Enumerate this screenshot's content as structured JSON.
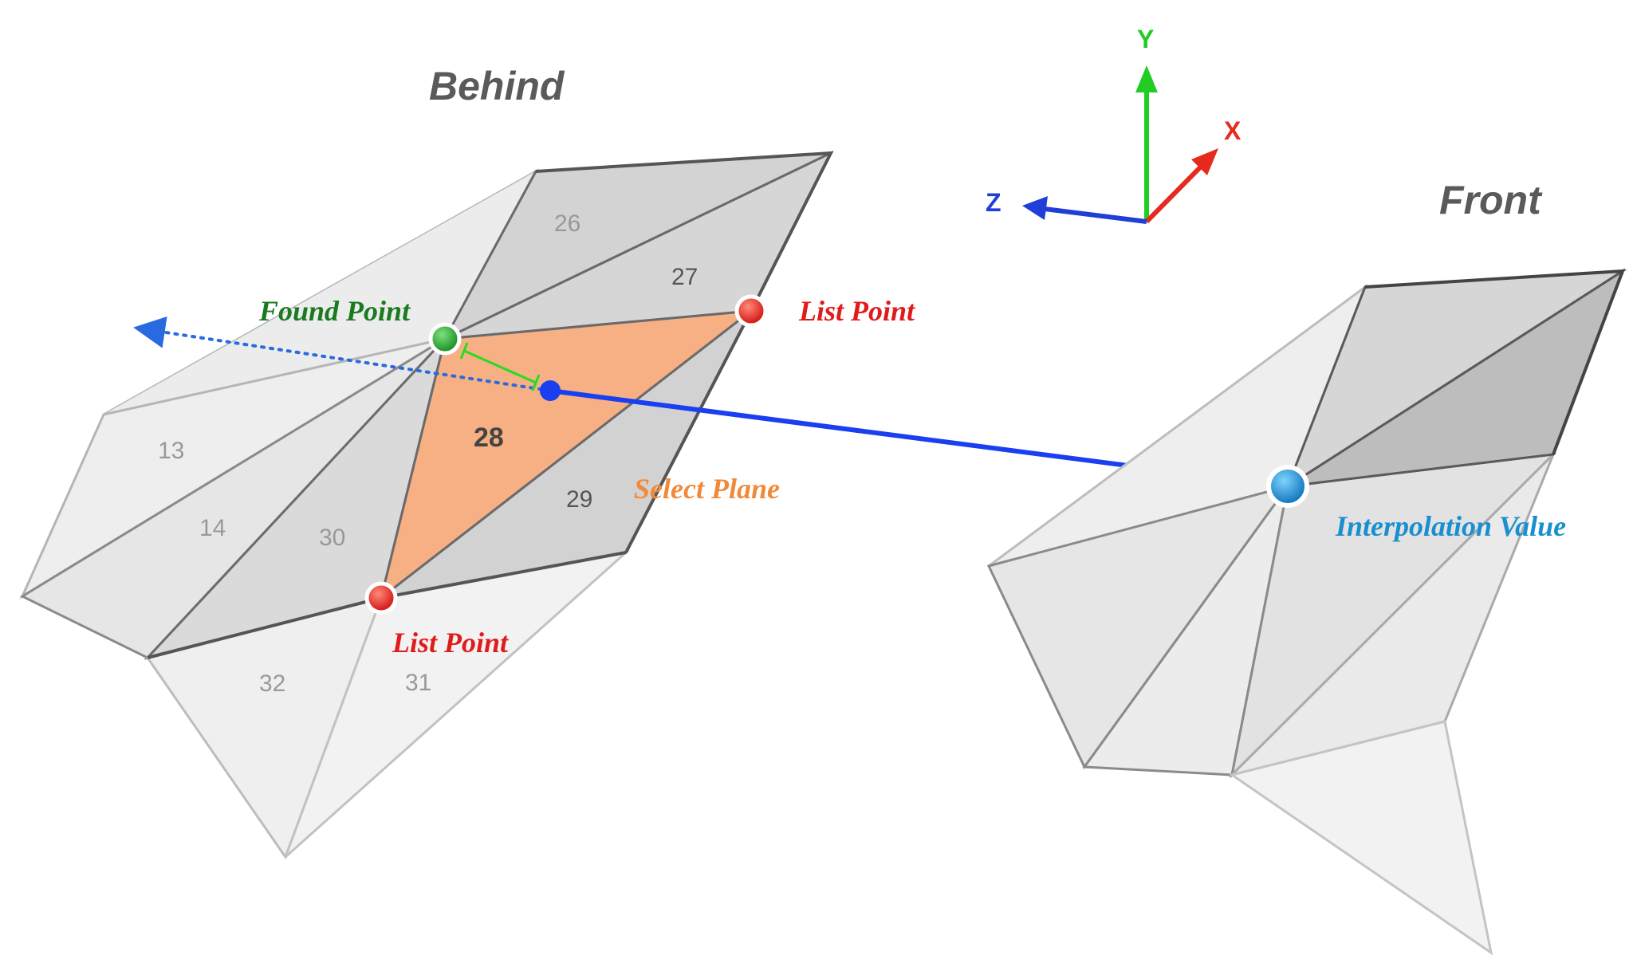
{
  "panels": {
    "behind_title": "Behind",
    "front_title": "Front"
  },
  "faces": {
    "f13": "13",
    "f14": "14",
    "f26": "26",
    "f27": "27",
    "f28": "28",
    "f29": "29",
    "f30": "30",
    "f31": "31",
    "f32": "32"
  },
  "annotations": {
    "found_point": "Found Point",
    "list_point_top": "List Point",
    "list_point_bottom": "List Point",
    "select_plane": "Select Plane",
    "interpolation_value": "Interpolation Value"
  },
  "axes": {
    "x": "X",
    "y": "Y",
    "z": "Z"
  },
  "colors": {
    "select_plane_fill": "#f7b083",
    "found_point": "#1a9a2a",
    "list_point": "#e01b1b",
    "ray": "#1a3ff0",
    "interpolation": "#1a8fcf",
    "axis_x": "#e62b1e",
    "axis_y": "#22cc22",
    "axis_z": "#1f3fd6"
  }
}
